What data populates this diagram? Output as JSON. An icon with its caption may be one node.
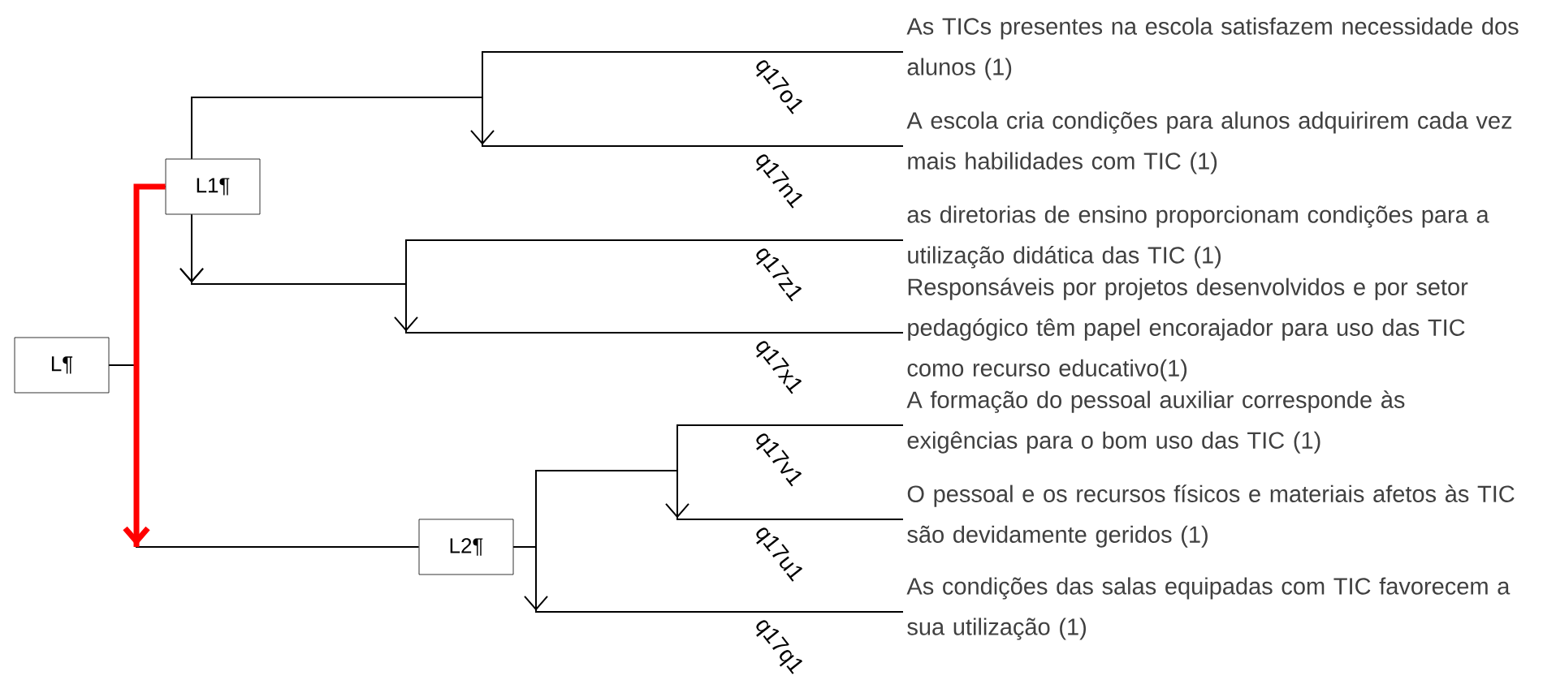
{
  "diagram": {
    "nodes": [
      {
        "text": [
          "L¶"
        ]
      },
      {
        "text": [
          "L1¶"
        ]
      },
      {
        "text": [
          "L2¶"
        ]
      },
      {
        "text": [
          "As TICs presentes na escola satisfazem necessidade dos alunos (1)"
        ]
      },
      {
        "text": [
          "A escola cria condições para alunos adquirirem cada vez mais habilidades com TIC (1)"
        ]
      },
      {
        "text": [
          "as diretorias de ensino proporcionam condições para a utilização didática das TIC (1)"
        ]
      },
      {
        "text": [
          "Responsáveis por projetos desenvolvidos e por setor pedagógico têm papel encorajador para uso das TIC como recurso educativo(1)"
        ]
      },
      {
        "text": [
          "A formação do pessoal auxiliar corresponde às exigências para o bom uso das TIC (1)"
        ]
      },
      {
        "text": [
          "O pessoal e os recursos físicos e materiais afetos às TIC são devidamente geridos (1)"
        ]
      },
      {
        "text": [
          "As condições das salas equipadas com TIC favorecem a sua utilização (1)"
        ]
      }
    ],
    "edges": [
      {
        "from": 0,
        "to": 1,
        "arrow": "none"
      },
      {
        "from": 0,
        "to": 2,
        "arrow": "none"
      },
      {
        "from": 1,
        "to": null,
        "arrow": "to",
        "style": "thick",
        "color": "#ff0000"
      },
      {
        "from": 1,
        "to": 3,
        "arrow": "none"
      },
      {
        "from": 1,
        "to": 4,
        "arrow": "to"
      },
      {
        "from": 1,
        "to": 5,
        "arrow": "to"
      },
      {
        "from": 1,
        "to": 6,
        "arrow": "to"
      },
      {
        "from": 2,
        "to": 7,
        "arrow": "none"
      },
      {
        "from": 2,
        "to": 8,
        "arrow": "to"
      },
      {
        "from": 2,
        "to": 9,
        "arrow": "to"
      }
    ],
    "labels": [
      "q17o1",
      "q17n1",
      "q17z1",
      "q17x1",
      "q17v1",
      "q17u1",
      "q17q1"
    ]
  }
}
